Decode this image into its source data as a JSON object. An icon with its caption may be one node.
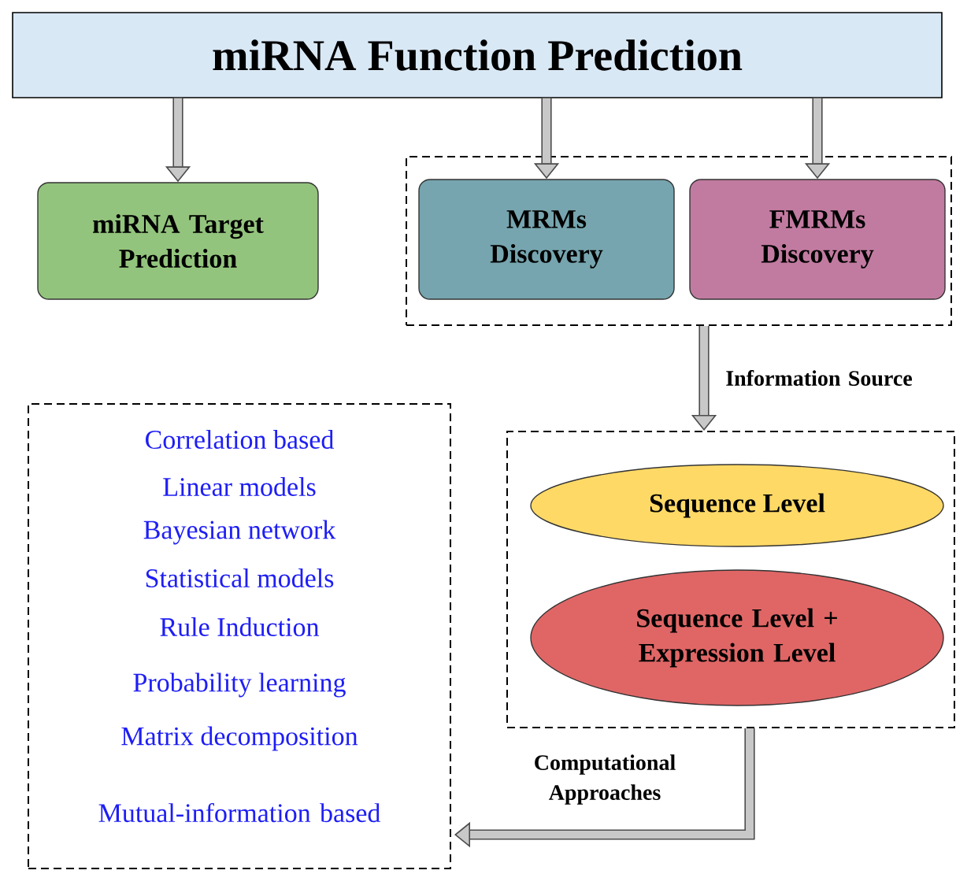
{
  "diagram": {
    "nodes": [
      {
        "text": [
          "miRNA Function Prediction"
        ]
      },
      {
        "text": [
          "miRNA Target Prediction"
        ]
      },
      {
        "text": [],
        "shape": "box"
      },
      {
        "text": [
          "MRMs Discovery"
        ],
        "in": 2
      },
      {
        "text": [
          "FMRMs Discovery"
        ],
        "in": 2
      },
      {
        "text": [],
        "shape": "box"
      },
      {
        "text": [
          "Sequence Level"
        ],
        "in": 5
      },
      {
        "text": [
          "Sequence Level + Expression Level"
        ],
        "in": 5
      },
      {
        "text": [
          "Correlation based",
          "Linear models",
          "Bayesian network",
          "Statistical models",
          "Rule Induction",
          "Probability learning",
          "Matrix decomposition",
          "Mutual-information based"
        ]
      }
    ],
    "edges": [
      {
        "from": 0,
        "to": 1,
        "arrow": "to"
      },
      {
        "from": 0,
        "to": 3,
        "arrow": "to"
      },
      {
        "from": 0,
        "to": 4,
        "arrow": "to"
      },
      {
        "from": 2,
        "to": 5,
        "arrow": "to",
        "label": "Information Source"
      },
      {
        "from": 5,
        "to": 8,
        "arrow": "to",
        "label": "Computational Approaches"
      }
    ]
  }
}
